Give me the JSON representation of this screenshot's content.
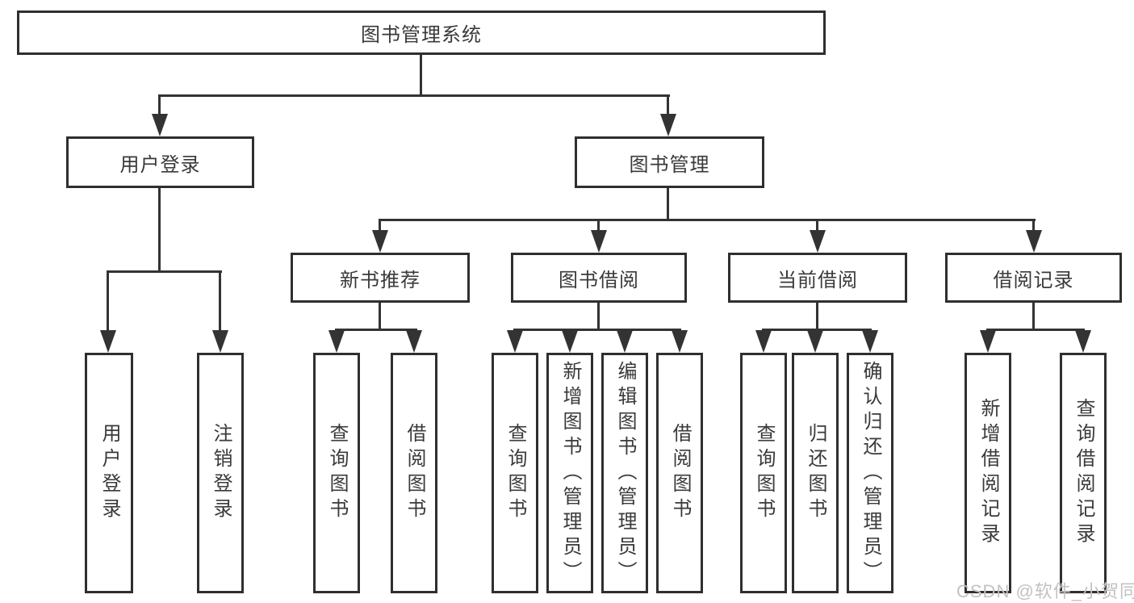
{
  "diagram_title": "图书管理系统",
  "hierarchy": {
    "label": "图书管理系统",
    "children": [
      {
        "label": "用户登录",
        "children": [
          {
            "label": "用户登录"
          },
          {
            "label": "注销登录"
          }
        ]
      },
      {
        "label": "图书管理",
        "children": [
          {
            "label": "新书推荐",
            "children": [
              {
                "label": "查询图书"
              },
              {
                "label": "借阅图书"
              }
            ]
          },
          {
            "label": "图书借阅",
            "children": [
              {
                "label": "查询图书"
              },
              {
                "label": "新增图书（管理员）"
              },
              {
                "label": "编辑图书（管理员）"
              },
              {
                "label": "借阅图书"
              }
            ]
          },
          {
            "label": "当前借阅",
            "children": [
              {
                "label": "查询图书"
              },
              {
                "label": "归还图书"
              },
              {
                "label": "确认归还（管理员）"
              }
            ]
          },
          {
            "label": "借阅记录",
            "children": [
              {
                "label": "新增借阅记录"
              },
              {
                "label": "查询借阅记录"
              }
            ]
          }
        ]
      }
    ]
  },
  "watermark": {
    "text": "CSDN @软件_小贺同学"
  },
  "colors": {
    "line": "#333333",
    "border": "#2f2f2f",
    "text": "#3a3a3a",
    "watermark": "#c2c2c2",
    "background": "#ffffff"
  }
}
